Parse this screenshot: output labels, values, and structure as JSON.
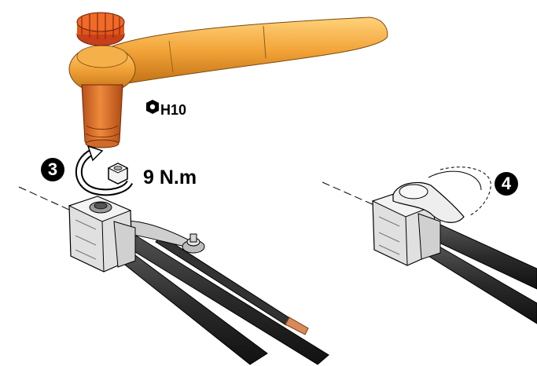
{
  "labels": {
    "hex_size": "H10",
    "torque": "9 N.m"
  },
  "steps": {
    "first": "3",
    "second": "4"
  },
  "icons": {
    "hex": "hex-socket-icon",
    "rotation": "rotation-arrow-icon",
    "nut": "hex-nut-icon"
  },
  "colors": {
    "wrench_handle": "#f0a030",
    "wrench_head": "#e05a10",
    "cable": "#2a2a2a",
    "connector": "#d9d9d9",
    "copper": "#d98a5a"
  }
}
